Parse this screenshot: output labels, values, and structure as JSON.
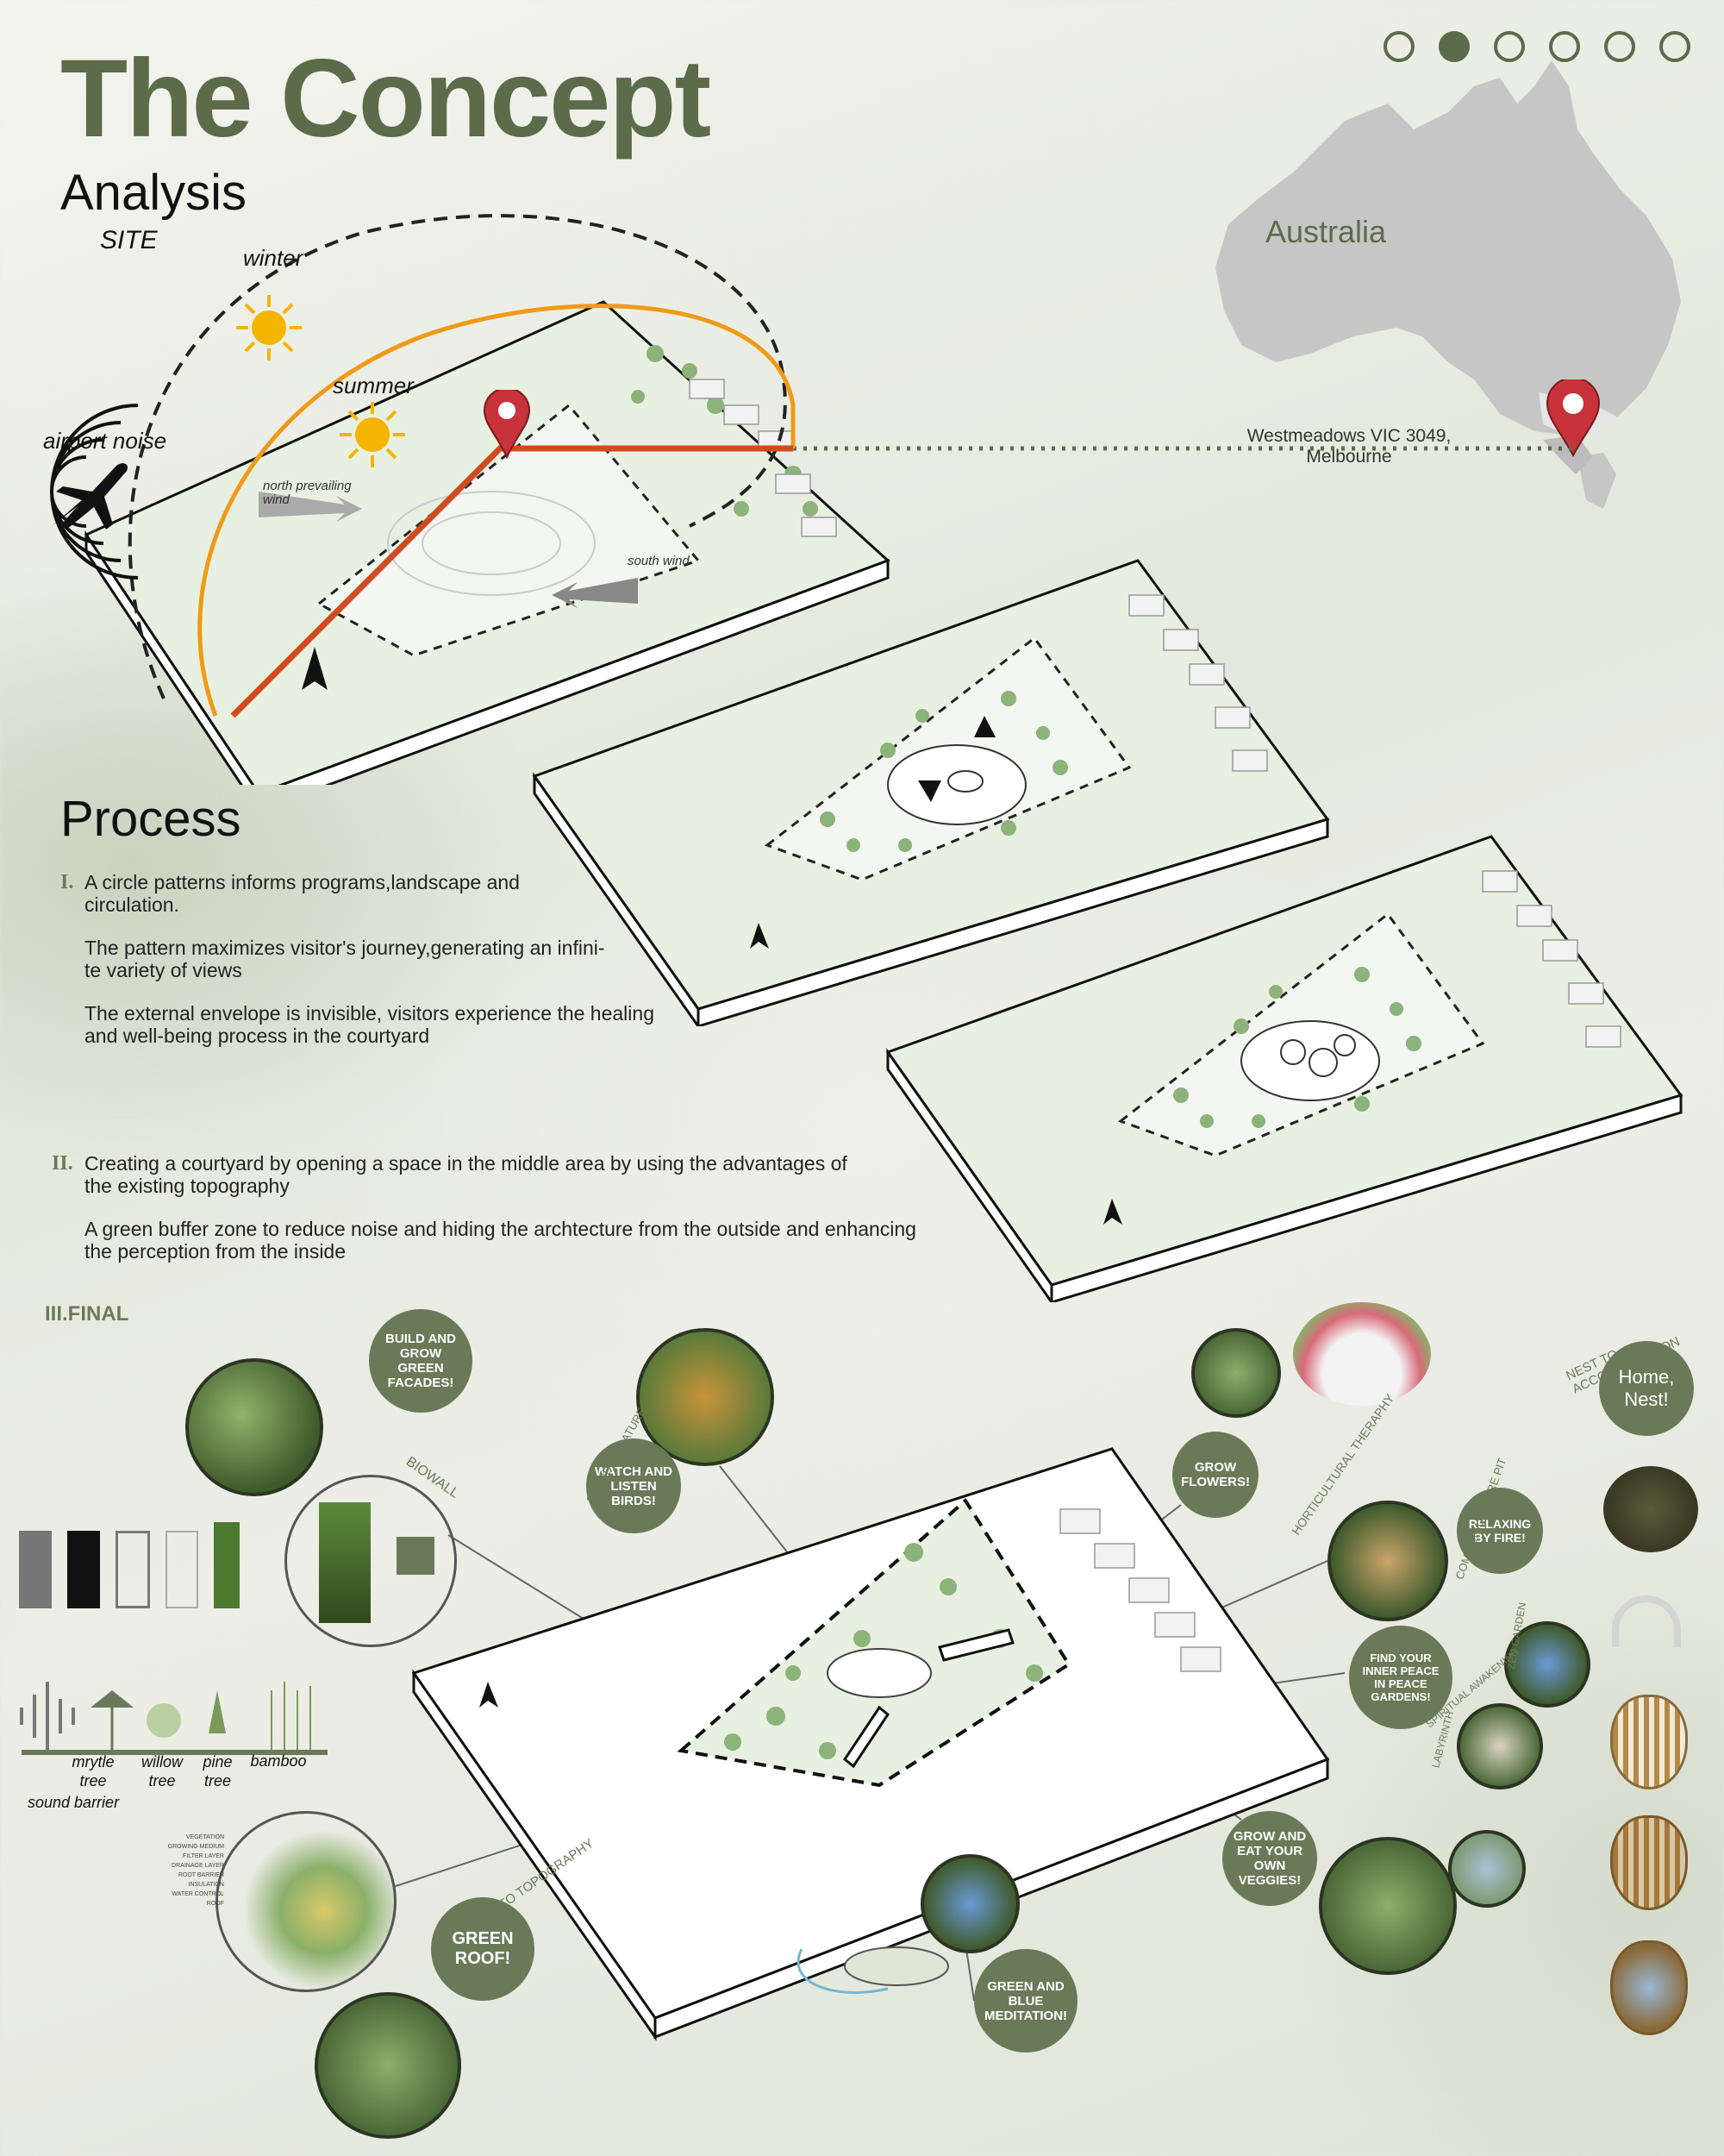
{
  "header": {
    "title": "The Concept",
    "analysis": "Analysis",
    "site": "SITE"
  },
  "pager": {
    "count": 6,
    "active": 1
  },
  "analysis": {
    "winter": "winter",
    "summer": "summer",
    "airport_noise": "airport noise",
    "north_wind": "north prevailing wind",
    "south_wind": "south wind"
  },
  "map": {
    "country": "Australia",
    "address_line1": "Westmeadows VIC 3049,",
    "address_line2": "Melbourne"
  },
  "process": {
    "heading": "Process",
    "step1": {
      "numeral": "I.",
      "lines": [
        "A circle patterns informs programs,landscape and",
        "circulation.",
        "The pattern maximizes visitor's journey,generating an infini-",
        "te variety of views",
        "The external envelope is invisible, visitors experience the healing",
        "and well-being process in the courtyard"
      ]
    },
    "step2": {
      "numeral": "II.",
      "lines": [
        "Creating a courtyard by opening a space in the middle area by using the advantages of",
        "the existing topography",
        "A green buffer zone to reduce noise and hiding the archtecture from the outside and enhancing",
        "the perception from the inside"
      ]
    }
  },
  "final": {
    "heading": "III.FINAL",
    "bubbles": {
      "green_facades": "BUILD AND GROW GREEN FACADES!",
      "biowall": "BIOWALL",
      "birds": "WATCH AND LISTEN BIRDS!",
      "sound_nature": "SOUND OF NATURE",
      "flowers": "GROW FLOWERS!",
      "horticultural": "HORTICULTURAL THERAPHY",
      "fire": "RELAXING BY FIRE!",
      "fire_pit": "COMMON-USE FIRE PIT",
      "peace": "FIND YOUR INNER PEACE IN PEACE GARDENS!",
      "zen": "ZEN GARDEN",
      "spiritual": "SPIRITUAL AWAKENING",
      "labyrinth": "LABYRINTH",
      "veggies": "GROW AND EAT YOUR OWN VEGGIES!",
      "meditation": "GREEN AND BLUE MEDITATION!",
      "green_roof": "GREEN ROOF!",
      "topography": "ADAPT TO TOPOGRAPHY",
      "home": "Home, Nest!",
      "nest": "NEST TO ACCOMMODATION"
    },
    "trees": [
      {
        "name": "mrytle tree"
      },
      {
        "name": "willow tree"
      },
      {
        "name": "pine tree"
      },
      {
        "name": "bamboo"
      }
    ],
    "sound_barrier": "sound barrier",
    "roof_layers": [
      "VEGETATION",
      "GROWING MEDIUM",
      "FILTER LAYER",
      "DRAINAGE LAYER",
      "ROOT BARRIER",
      "INSULATION",
      "WATER CONTROL",
      "ROOF"
    ]
  },
  "colors": {
    "accent": "#5c6b4a",
    "green": "#6a7a58",
    "sun": "#f5b400",
    "path": "#d24a1f",
    "orange_arc": "#f09a18",
    "pin": "#c8323a"
  }
}
